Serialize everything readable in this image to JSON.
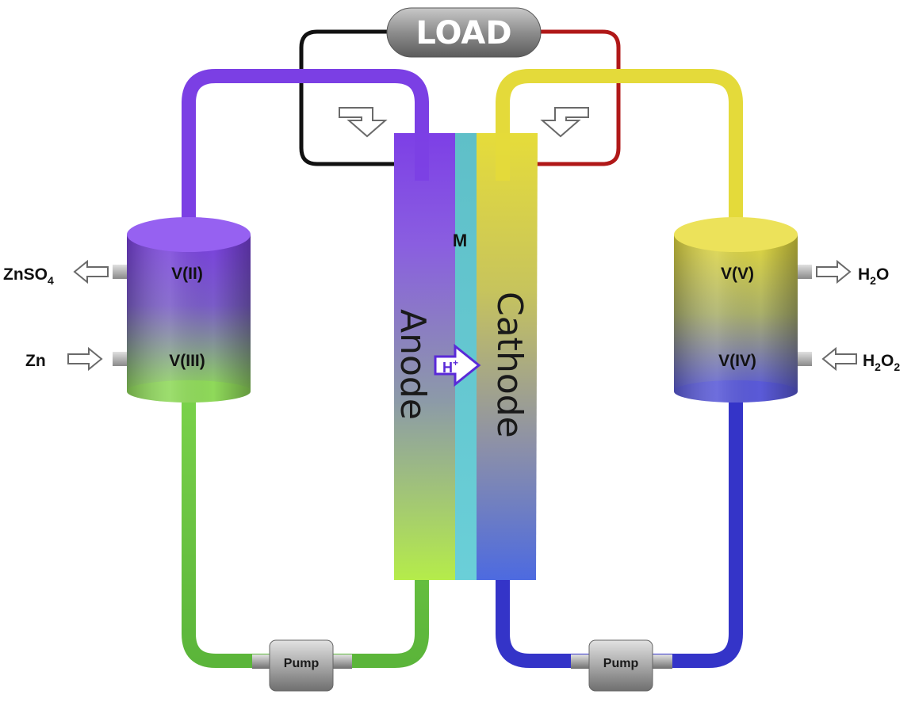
{
  "load": {
    "label": "LOAD"
  },
  "cell": {
    "anode_label": "Anode",
    "cathode_label": "Cathode",
    "membrane_label": "M",
    "proton": {
      "base": "H",
      "sup": "+"
    }
  },
  "tanks": {
    "left": {
      "top_species": "V(II)",
      "bottom_species": "V(III)",
      "outlet": {
        "base": "ZnSO",
        "sub": "4"
      },
      "inlet": "Zn"
    },
    "right": {
      "top_species": "V(V)",
      "bottom_species": "V(IV)",
      "outlet": {
        "base": "H",
        "sub": "2",
        "rest": "O"
      },
      "inlet": {
        "base": "H",
        "sub": "2",
        "rest": "O",
        "sub2": "2"
      }
    }
  },
  "pumps": {
    "left_label": "Pump",
    "right_label": "Pump"
  },
  "colors": {
    "anolyte_charged": "#7a3fe0",
    "anolyte_discharged": "#6fcf4a",
    "catholyte_charged": "#e8dc3a",
    "catholyte_discharged": "#3a3acc",
    "membrane": "#66c2d0",
    "wire_negative": "#111111",
    "wire_positive": "#b01818"
  }
}
